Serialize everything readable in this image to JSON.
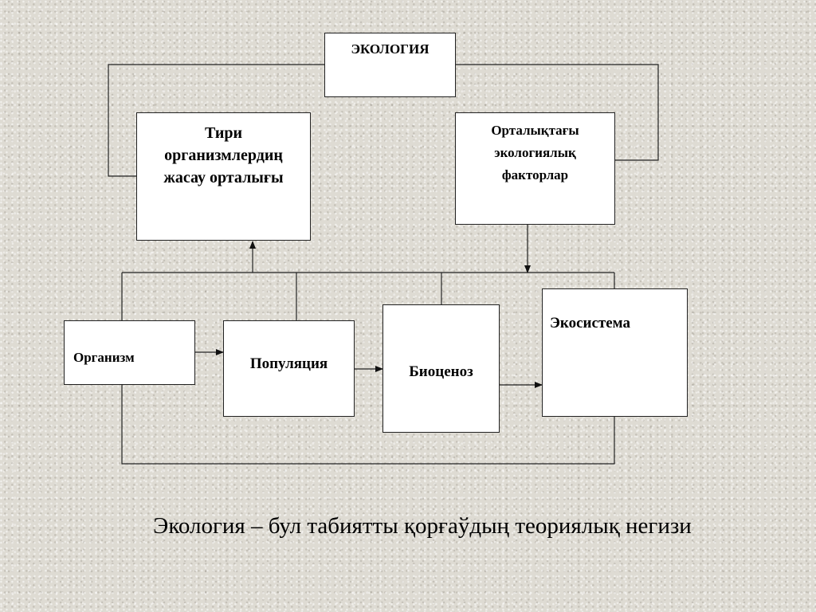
{
  "diagram": {
    "ecology": "ЭКОЛОГИЯ",
    "living_env_lines": [
      "Тири",
      "организмлердиң",
      "жасау орталығы"
    ],
    "env_factors_lines": [
      "Орталықтағы",
      "экологиялық",
      "факторлар"
    ],
    "organism": "Организм",
    "population": "Популяция",
    "biocenosis": "Биоценоз",
    "ecosystem": "Экосистема"
  },
  "caption": "Экология – бул табиятты қорғаўдың теориялық негизи"
}
